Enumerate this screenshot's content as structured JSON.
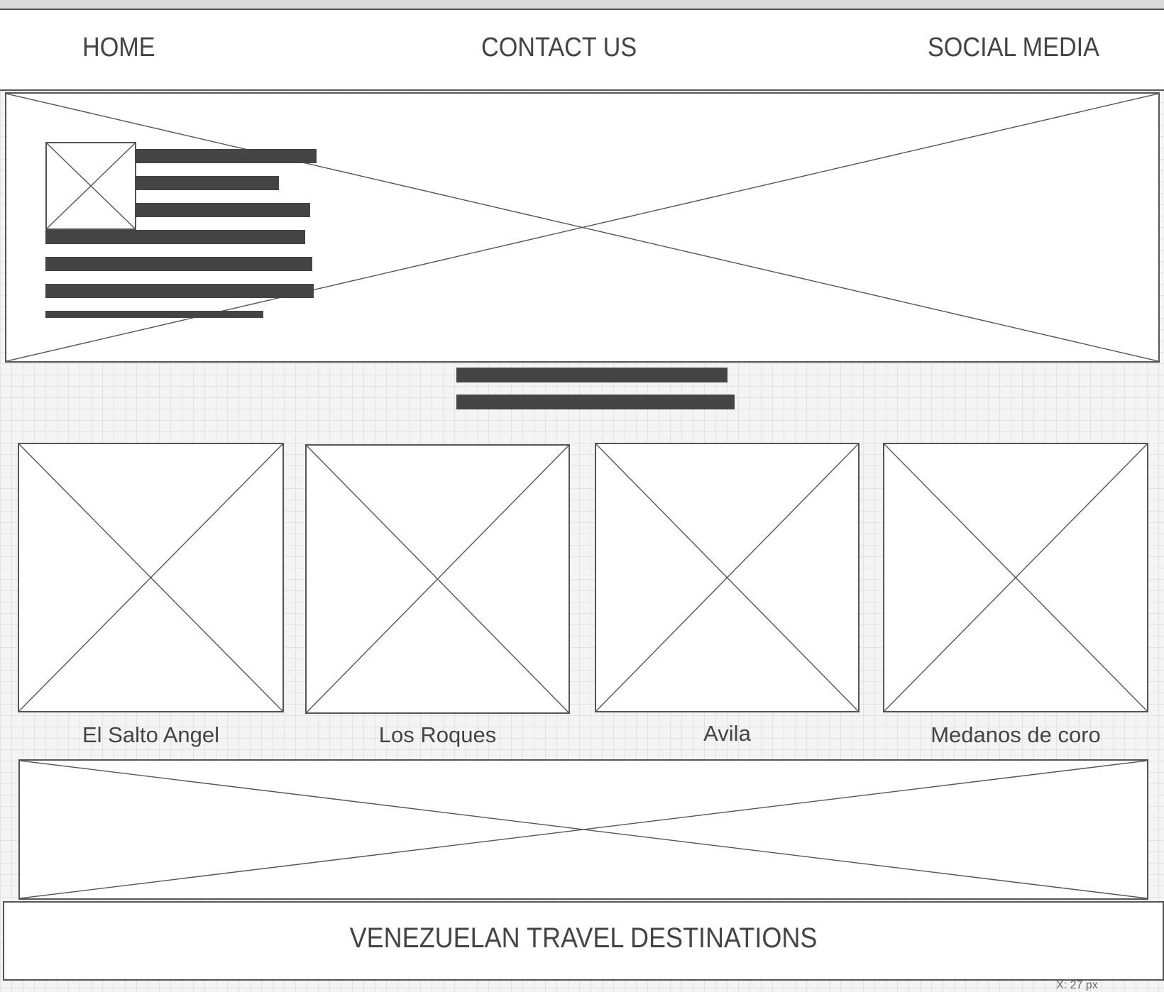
{
  "nav": {
    "home_label": "HOME",
    "contact_label": "CONTACT US",
    "social_label": "SOCIAL MEDIA"
  },
  "destinations": [
    {
      "name": "El Salto Angel"
    },
    {
      "name": "Los Roques"
    },
    {
      "name": "Avila"
    },
    {
      "name": "Medanos de coro"
    }
  ],
  "footer": {
    "title": "VENEZUELAN TRAVEL DESTINATIONS"
  },
  "status": {
    "coordinate_readout": "X: 27 px"
  },
  "colors": {
    "stroke": "#555555",
    "text_block": "#444444",
    "grid": "#e3e3e3",
    "canvas": "#f4f4f4"
  },
  "icons": {
    "image_placeholder": "crossed-box-icon"
  }
}
